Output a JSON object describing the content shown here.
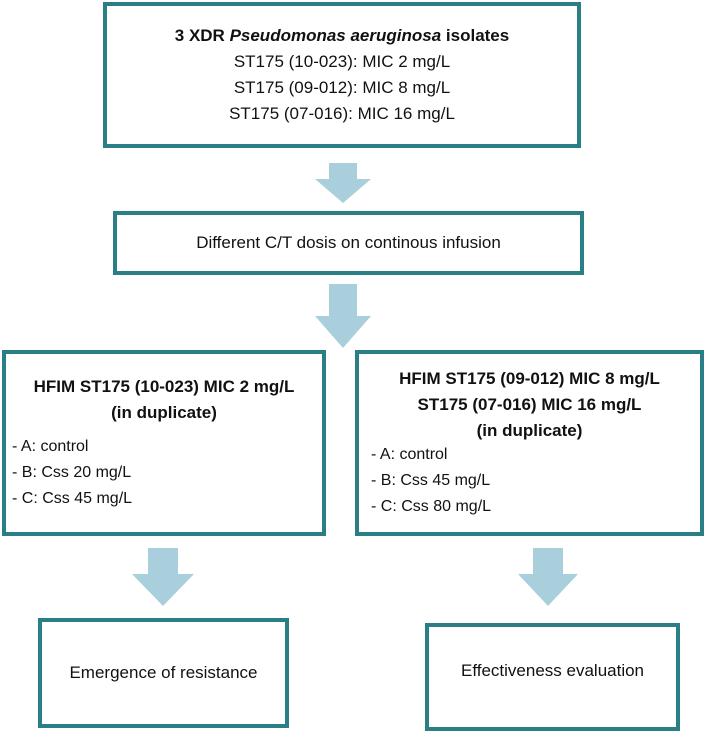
{
  "diagram": {
    "top_box": {
      "title_prefix": "3 XDR ",
      "title_italic": "Pseudomonas aeruginosa",
      "title_suffix": " isolates",
      "lines": [
        "ST175 (10-023): MIC 2 mg/L",
        "ST175 (09-012): MIC 8 mg/L",
        "ST175 (07-016): MIC 16 mg/L"
      ]
    },
    "dose_box": {
      "text": "Different C/T dosis on continous infusion"
    },
    "left_box": {
      "title_lines": [
        "HFIM ST175 (10-023) MIC 2 mg/L",
        "(in duplicate)"
      ],
      "items": [
        "- A: control",
        "- B: Css 20 mg/L",
        "- C: Css 45 mg/L"
      ]
    },
    "right_box": {
      "title_lines": [
        "HFIM ST175 (09-012) MIC 8 mg/L",
        "ST175 (07-016) MIC 16 mg/L",
        "(in duplicate)"
      ],
      "items": [
        "- A: control",
        "- B: Css 45 mg/L",
        "- C: Css 80 mg/L"
      ]
    },
    "emergence_box": {
      "text": "Emergence of resistance"
    },
    "effect_box": {
      "text": "Effectiveness evaluation"
    },
    "colors": {
      "box_border": "#2a7f86",
      "arrow_fill": "#a9cfdc"
    }
  }
}
